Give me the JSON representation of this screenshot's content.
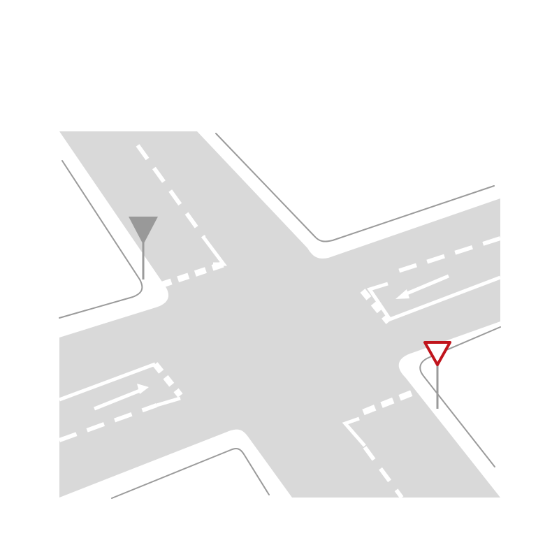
{
  "colors": {
    "background": "#ffffff",
    "road": "#d9d9d9",
    "curb": "#9b9b9b",
    "marking": "#ffffff",
    "sign_pole": "#9b9b9b",
    "sign_back": "#999999",
    "yield_border": "#c0141c",
    "yield_fill": "#ffffff"
  },
  "signs": [
    {
      "name": "yield-sign-back",
      "view": "back",
      "icon": "inverted-triangle-icon"
    },
    {
      "name": "yield-sign",
      "view": "front",
      "icon": "yield-triangle-icon"
    }
  ],
  "road_markings": [
    "lane-divider-dashed",
    "give-way-line",
    "direction-arrow"
  ]
}
